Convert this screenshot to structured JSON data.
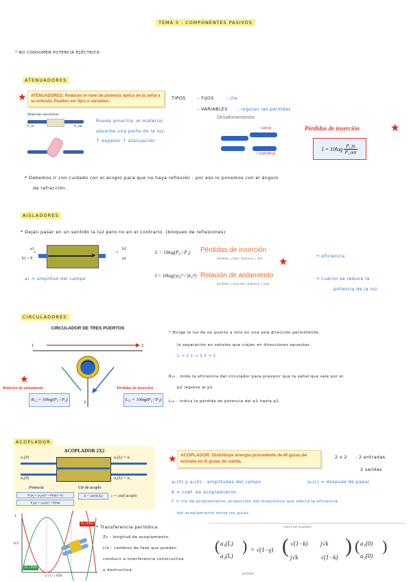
{
  "title": "TEMA 5 : COMPONENTES PASIVOS",
  "intro": "* NO CONSUMEN POTENCIA ELÉCTRICA",
  "atenuadores": {
    "heading": "ATENUADORES",
    "note": "ATENUADORES: Reducen el nivel de potencia óptica de la señal a su entrada. Pueden ser fijos o variables.",
    "tipos_label": "TIPOS",
    "tipos_fijos": "- FIJOS",
    "tipos_fijos_value": ": cte",
    "tipos_variables": "- VARIABLES",
    "tipos_variables_value": ": regulan las pérdidas",
    "fig_label": "Materiales absorbentes",
    "pin": "P_in",
    "pout": "P_out",
    "rueda_1": "Rueda amarilla: el material",
    "rueda_2": "absorbe una parte de la luz.",
    "rueda_3": "↑ espesor ↑ atenuación",
    "desal_title": "Desalineamientos",
    "lateral": "Lateral",
    "longitudinal": "Longitudinal",
    "perdidas_title": "Pérdidas de inserción",
    "formula": "I = 10 log(P_in / P_out)",
    "formula_lhs": "I = 10log",
    "formula_num": "P_in",
    "formula_den": "P_out",
    "bullet_1": "* Debemos ir con cuidado con el acoplo para que no haya reflexión - por eso lo ponemos con el ángulo",
    "bullet_2": "de refracción."
  },
  "aisladores": {
    "heading": "AISLADORES",
    "line": "* Dejan pasar en un sentido la luz pero no en el contrario. (bloqueo de reflexiones)",
    "a1": "a1",
    "b1": "b1 = θ",
    "b2": "b2",
    "a2": "a2",
    "amplitud": "a₁ = amplitud del campo",
    "L_formula": "L = 10log(P₀ / P₁)",
    "I_formula": "I = 10log(|a₂|² / |b₂|²)",
    "perdidas": "Pérdidas de inserción",
    "relacion": "Relación de aislamiento",
    "perd_note": "pérdidas = baja / potencia = alta",
    "rel_note": "pérdidas = muy alta / potencia = baja",
    "arrow_1": "→ eficiencia",
    "arrow_2": "→ cuánto se reduce la",
    "arrow_3": "potencia de la luz"
  },
  "circuladores": {
    "heading": "CIRCULADORES",
    "fig_title": "CIRCULADOR DE TRES PUERTOS",
    "port1": "1",
    "port2": "2",
    "port3": "3",
    "rel_label": "Relación de aislamiento",
    "perd_label": "Pérdidas de inserción",
    "R_formula": "R₁₂ = 10log(P₁ / P₂)",
    "L_formula": "L₁₂ = 10log(P₁ / P₂)",
    "text_1": "* Dirige la luz de un puerto a otro en una sola dirección permitiendo",
    "text_2": "la separación en señales que viajan en direcciones opuestas.",
    "text_3": "1 → 2    2 → 3    3 → 1",
    "text_4": "R₁₂ - mide la eficiencia del circulador para prevenir que la señal que sale por el",
    "text_5": "p2 regrese al p1",
    "text_6": "L₁₂ - indica la pérdida de potencia del p1 hasta p2."
  },
  "acoplador": {
    "heading": "ACOPLADOR",
    "fig_title": "ACOPLADOR 2X2",
    "a1_in": "a₁(0)",
    "a2_in": "a₂(0)",
    "a1_out": "a₁(L) = a₁",
    "a2_out": "a₂(L) = a₂",
    "potencia": "Potencia",
    "p1": "P₁(z) = |a₁(z)|² = P(0)(1−k)",
    "p2": "P₂(z) = |a₂(z)|² = P(0)k",
    "cte_label": "Cte de acoplo",
    "k_formula": "k = sen²(cL)",
    "c_label": "c = coef acoplo",
    "note": "ACOPLADOR: Distribuye energía procedente de M guías de entrada en N guías de salida.",
    "two_x_two": "2 x 2",
    "entradas": ": 2 entradas",
    "salidas": "2 salidas",
    "line_1": "a₁(0) y a₂(0) - amplitudes del campo",
    "line_1b": "a₁(L) = después de pasar",
    "line_2": "K = coef. de acoplamiento",
    "line_3": "C = cte de acoplamiento. proporción del dispositivo que afecta la eficiencia",
    "line_4": "del acoplamiento entre las guías.",
    "trans_1": "* Transferencia periódica.",
    "trans_2": "Zc : longitud de acoplamiento.",
    "trans_3": "j√k : cambios de fase que pueden",
    "trans_4": "conducir a interferencia constructiva",
    "trans_5": "o destructiva.",
    "matrix_lhs_top": "a₁(L)",
    "matrix_lhs_bot": "a₂(L)",
    "matrix_gamma": "= √(1−γ)",
    "matrix_m11": "√(1−k)",
    "matrix_m12": "j√k",
    "matrix_m21": "j√k",
    "matrix_m22": "√(1−k)",
    "matrix_v_top": "a₁(0)",
    "matrix_v_bot": "a₂(0)",
    "matrix_note_1": "matriz del acoplador",
    "matrix_note_2": "pérdidas",
    "graph_p1": "P₁ / P(0)",
    "graph_p2": "P₂ / P(0)",
    "graph_x": "z / L = π/2c",
    "graph_y_top": "1",
    "graph_y_mid": "0.5"
  }
}
